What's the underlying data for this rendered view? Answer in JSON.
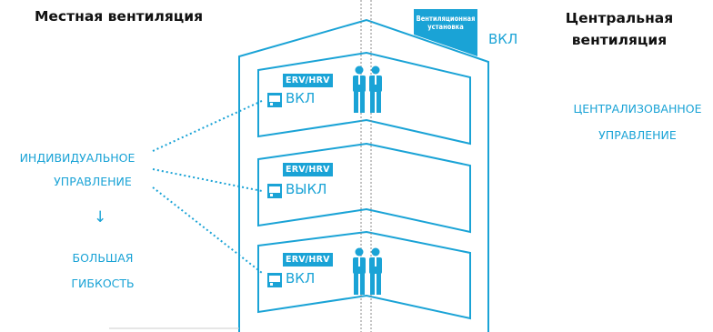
{
  "titles": {
    "local": "Местная вентиляция",
    "central_line1": "Центральная",
    "central_line2": "вентиляция"
  },
  "central_unit": {
    "label_line1": "Вентиляционная",
    "label_line2": "установка",
    "state": "ВКЛ"
  },
  "left_labels": {
    "individual": "ИНДИВИДУАЛЬНОЕ",
    "control": "УПРАВЛЕНИЕ",
    "arrow": "↓",
    "more": "БОЛЬШАЯ",
    "flex": "ГИБКОСТЬ"
  },
  "right_labels": {
    "centralized": "ЦЕНТРАЛИЗОВАННОЕ",
    "control": "УПРАВЛЕНИЕ"
  },
  "floors": [
    {
      "badge": "ERV/HRV",
      "state": "ВКЛ",
      "occupied": true
    },
    {
      "badge": "ERV/HRV",
      "state": "ВЫКЛ",
      "occupied": false
    },
    {
      "badge": "ERV/HRV",
      "state": "ВКЛ",
      "occupied": true
    }
  ],
  "colors": {
    "accent": "#1aa3d6",
    "title": "#111111",
    "shaft": "#888888"
  },
  "icons": [
    "controller-icon",
    "person-icon"
  ]
}
